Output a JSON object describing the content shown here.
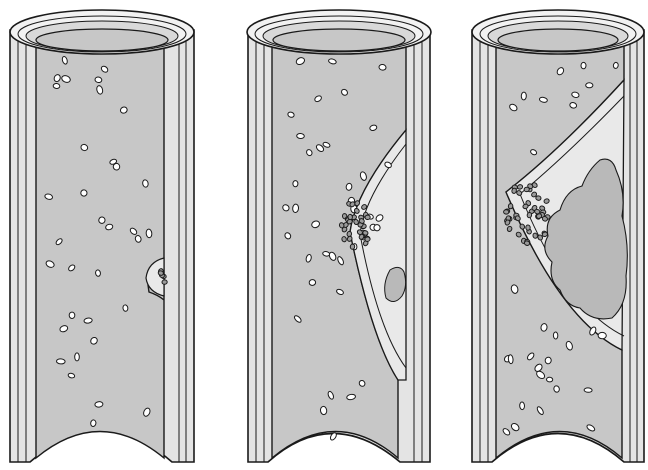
{
  "figure": {
    "panels": [
      {
        "stage": 1,
        "plaque_level": 0.08
      },
      {
        "stage": 2,
        "plaque_level": 0.45
      },
      {
        "stage": 3,
        "plaque_level": 0.85
      }
    ],
    "colors": {
      "background": "#ffffff",
      "lumen": "#c7c7c7",
      "wall_light": "#ececec",
      "wall_mid": "#d6d6d6",
      "plaque": "#e9e9e9",
      "core": "#b9b9b9",
      "outline": "#1a1a1a"
    }
  }
}
